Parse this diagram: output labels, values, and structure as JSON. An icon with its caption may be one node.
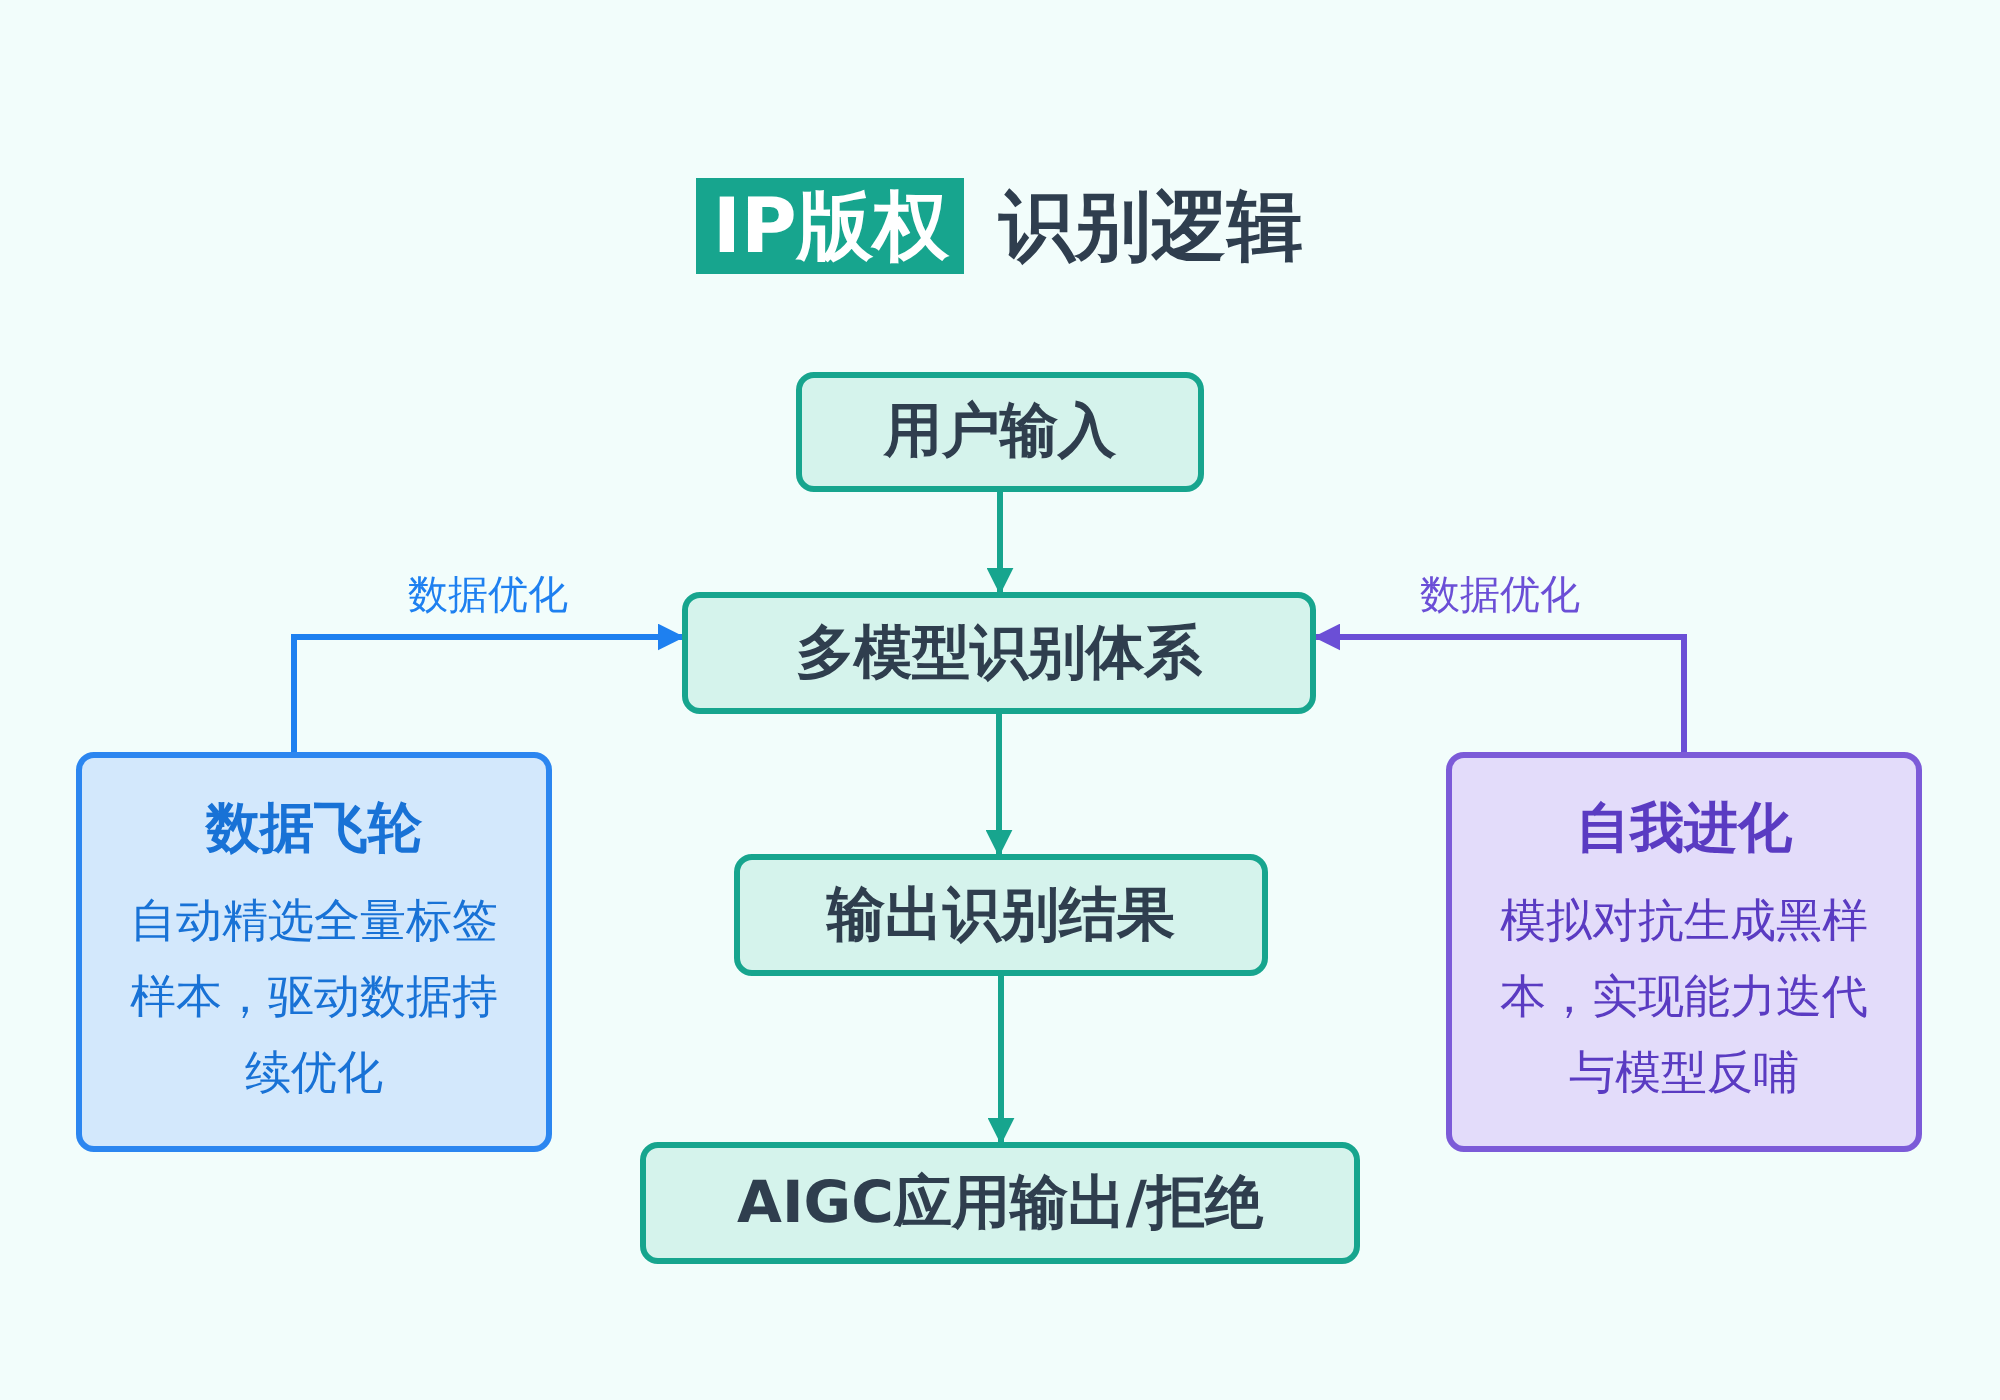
{
  "diagram": {
    "title": "**IP版权** 识别逻辑",
    "nodes": [
      {
        "text": [
          "用户输入"
        ]
      },
      {
        "text": [
          "多模型识别体系"
        ]
      },
      {
        "text": [
          "输出识别结果"
        ]
      },
      {
        "text": [
          "AIGC应用输出/拒绝"
        ]
      },
      {
        "text": [
          "数据飞轮",
          "自动精选全量标签样本，驱动数据持续优化"
        ]
      },
      {
        "text": [
          "自我进化",
          "模拟对抗生成黑样本，实现能力迭代与模型反哺"
        ]
      }
    ],
    "edges": [
      {
        "from": 0,
        "to": 1,
        "arrow": "to"
      },
      {
        "from": 1,
        "to": 2,
        "arrow": "to"
      },
      {
        "from": 2,
        "to": 3,
        "arrow": "to"
      },
      {
        "from": 4,
        "to": 1,
        "arrow": "to",
        "label": "数据优化",
        "color": "#1e80f0"
      },
      {
        "from": 5,
        "to": 1,
        "arrow": "to",
        "label": "数据优化",
        "color": "#6b4fd6"
      }
    ]
  }
}
